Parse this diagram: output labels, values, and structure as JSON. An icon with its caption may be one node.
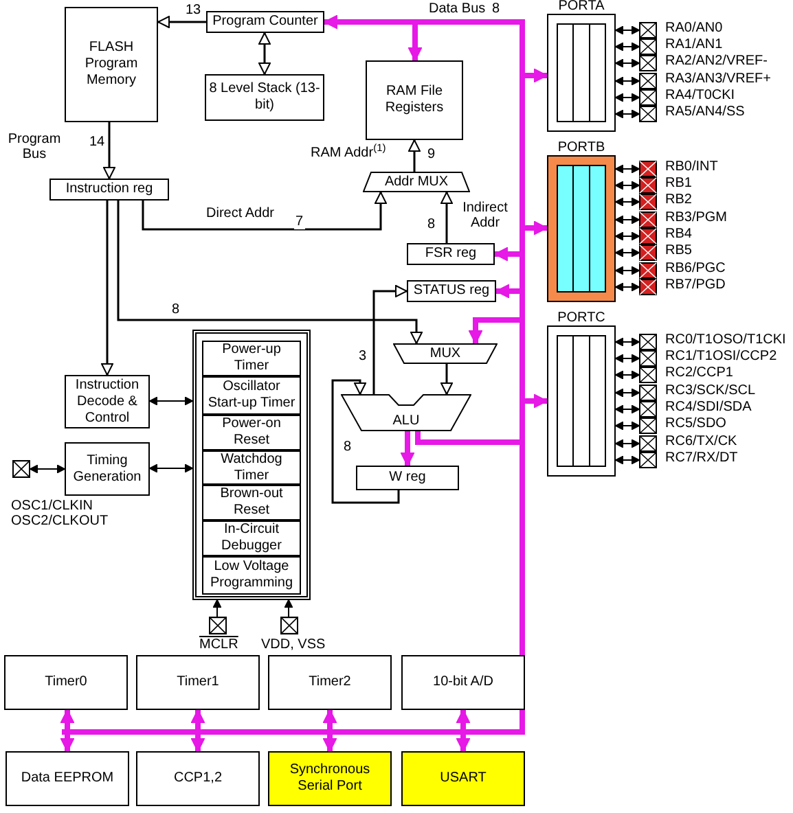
{
  "diagram": {
    "nodes": [
      {
        "text": [
          "FLASH Program Memory"
        ]
      },
      {
        "text": [
          "Program Counter"
        ]
      },
      {
        "text": [
          "8 Level Stack (13-bit)"
        ]
      },
      {
        "text": [
          "RAM File Registers"
        ]
      },
      {
        "text": [
          "Addr MUX"
        ]
      },
      {
        "text": [
          "Instruction reg"
        ]
      },
      {
        "text": [
          "FSR reg"
        ]
      },
      {
        "text": [
          "STATUS reg"
        ]
      },
      {
        "text": [
          "MUX"
        ]
      },
      {
        "text": [
          "ALU"
        ]
      },
      {
        "text": [
          "W reg"
        ]
      },
      {
        "text": [
          "Instruction Decode & Control"
        ]
      },
      {
        "text": [
          "Timing Generation"
        ]
      },
      {
        "text": [],
        "shape": "box",
        "beside": [
          "OSC1/CLKIN",
          "OSC2/CLKOUT"
        ]
      },
      {
        "text": [],
        "shape": "box"
      },
      {
        "text": [
          "Power-up Timer"
        ],
        "in": 14
      },
      {
        "text": [
          "Oscillator Start-up Timer"
        ],
        "in": 14
      },
      {
        "text": [
          "Power-on Reset"
        ],
        "in": 14
      },
      {
        "text": [
          "Watchdog Timer"
        ],
        "in": 14
      },
      {
        "text": [
          "Brown-out Reset"
        ],
        "in": 14
      },
      {
        "text": [
          "In-Circuit Debugger"
        ],
        "in": 14
      },
      {
        "text": [
          "Low Voltage Programming"
        ],
        "in": 14
      },
      {
        "text": [],
        "shape": "box",
        "beside": [
          "MCLR"
        ]
      },
      {
        "text": [],
        "shape": "box",
        "beside": [
          "VDD, VSS"
        ]
      },
      {
        "text": [
          "PORTA"
        ]
      },
      {
        "text": [
          "PORTB"
        ]
      },
      {
        "text": [
          "PORTC"
        ]
      },
      {
        "text": [],
        "shape": "box",
        "beside": [
          "RA0/AN0"
        ]
      },
      {
        "text": [],
        "shape": "box",
        "beside": [
          "RA1/AN1"
        ]
      },
      {
        "text": [],
        "shape": "box",
        "beside": [
          "RA2/AN2/VREF-"
        ]
      },
      {
        "text": [],
        "shape": "box",
        "beside": [
          "RA3/AN3/VREF+"
        ]
      },
      {
        "text": [],
        "shape": "box",
        "beside": [
          "RA4/T0CKI"
        ]
      },
      {
        "text": [],
        "shape": "box",
        "beside": [
          "RA5/AN4/SS"
        ]
      },
      {
        "text": [],
        "shape": "box",
        "beside": [
          "RB0/INT"
        ]
      },
      {
        "text": [],
        "shape": "box",
        "beside": [
          "RB1"
        ]
      },
      {
        "text": [],
        "shape": "box",
        "beside": [
          "RB2"
        ]
      },
      {
        "text": [],
        "shape": "box",
        "beside": [
          "RB3/PGM"
        ]
      },
      {
        "text": [],
        "shape": "box",
        "beside": [
          "RB4"
        ]
      },
      {
        "text": [],
        "shape": "box",
        "beside": [
          "RB5"
        ]
      },
      {
        "text": [],
        "shape": "box",
        "beside": [
          "RB6/PGC"
        ]
      },
      {
        "text": [],
        "shape": "box",
        "beside": [
          "RB7/PGD"
        ]
      },
      {
        "text": [],
        "shape": "box",
        "beside": [
          "RC0/T1OSO/T1CKI"
        ]
      },
      {
        "text": [],
        "shape": "box",
        "beside": [
          "RC1/T1OSI/CCP2"
        ]
      },
      {
        "text": [],
        "shape": "box",
        "beside": [
          "RC2/CCP1"
        ]
      },
      {
        "text": [],
        "shape": "box",
        "beside": [
          "RC3/SCK/SCL"
        ]
      },
      {
        "text": [],
        "shape": "box",
        "beside": [
          "RC4/SDI/SDA"
        ]
      },
      {
        "text": [],
        "shape": "box",
        "beside": [
          "RC5/SDO"
        ]
      },
      {
        "text": [],
        "shape": "box",
        "beside": [
          "RC6/TX/CK"
        ]
      },
      {
        "text": [],
        "shape": "box",
        "beside": [
          "RC7/RX/DT"
        ]
      },
      {
        "text": [
          "Timer0"
        ]
      },
      {
        "text": [
          "Timer1"
        ]
      },
      {
        "text": [
          "Timer2"
        ]
      },
      {
        "text": [
          "10-bit A/D"
        ]
      },
      {
        "text": [
          "Data EEPROM"
        ]
      },
      {
        "text": [
          "CCP1,2"
        ]
      },
      {
        "text": [
          "Synchronous Serial Port"
        ]
      },
      {
        "text": [
          "USART"
        ]
      }
    ],
    "edges": [
      {
        "from": 1,
        "to": 0,
        "arrow": "to",
        "label": "13"
      },
      {
        "from": 1,
        "to": 2,
        "arrow": "both"
      },
      {
        "from": null,
        "to": 1,
        "arrow": "to",
        "style": "thick",
        "color": "#e619e6"
      },
      {
        "from": null,
        "to": 3,
        "arrow": "to",
        "style": "thick",
        "color": "#e619e6"
      },
      {
        "from": 0,
        "to": 5,
        "arrow": "to",
        "label": "14"
      },
      {
        "from": 5,
        "to": 4,
        "arrow": "to",
        "label": "7"
      },
      {
        "from": 4,
        "to": 3,
        "arrow": "to",
        "label": "9"
      },
      {
        "from": 6,
        "to": 4,
        "arrow": "to",
        "label": "8"
      },
      {
        "from": null,
        "to": 6,
        "arrow": "to",
        "style": "thick",
        "color": "#e619e6"
      },
      {
        "from": null,
        "to": 7,
        "arrow": "to",
        "style": "thick",
        "color": "#e619e6"
      },
      {
        "from": 5,
        "to": 11,
        "arrow": "to"
      },
      {
        "from": 5,
        "to": 8,
        "arrow": "to",
        "label": "8"
      },
      {
        "from": 9,
        "to": 7,
        "arrow": "to",
        "label": "3"
      },
      {
        "from": null,
        "to": 8,
        "arrow": "to",
        "style": "thick",
        "color": "#e619e6"
      },
      {
        "from": 8,
        "to": 9,
        "arrow": "to"
      },
      {
        "from": 9,
        "to": 10,
        "arrow": "to",
        "style": "thick",
        "color": "#e619e6"
      },
      {
        "from": 10,
        "to": 9,
        "arrow": "to",
        "label": "8"
      },
      {
        "from": 11,
        "to": 14,
        "arrow": "both"
      },
      {
        "from": 12,
        "to": 14,
        "arrow": "both"
      },
      {
        "from": 13,
        "to": 12,
        "arrow": "both"
      },
      {
        "from": 22,
        "to": 14,
        "arrow": "to"
      },
      {
        "from": 23,
        "to": 14,
        "arrow": "to"
      },
      {
        "from": null,
        "to": 24,
        "arrow": "to",
        "style": "thick",
        "color": "#e619e6"
      },
      {
        "from": null,
        "to": 25,
        "arrow": "to",
        "style": "thick",
        "color": "#e619e6"
      },
      {
        "from": null,
        "to": 26,
        "arrow": "to",
        "style": "thick",
        "color": "#e619e6"
      },
      {
        "from": 24,
        "to": 27,
        "arrow": "both"
      },
      {
        "from": 24,
        "to": 28,
        "arrow": "both"
      },
      {
        "from": 24,
        "to": 29,
        "arrow": "both"
      },
      {
        "from": 24,
        "to": 30,
        "arrow": "both"
      },
      {
        "from": 24,
        "to": 31,
        "arrow": "both"
      },
      {
        "from": 24,
        "to": 32,
        "arrow": "both"
      },
      {
        "from": 25,
        "to": 33,
        "arrow": "both"
      },
      {
        "from": 25,
        "to": 34,
        "arrow": "both"
      },
      {
        "from": 25,
        "to": 35,
        "arrow": "both"
      },
      {
        "from": 25,
        "to": 36,
        "arrow": "both"
      },
      {
        "from": 25,
        "to": 37,
        "arrow": "both"
      },
      {
        "from": 25,
        "to": 38,
        "arrow": "both"
      },
      {
        "from": 25,
        "to": 39,
        "arrow": "both"
      },
      {
        "from": 25,
        "to": 40,
        "arrow": "both"
      },
      {
        "from": 26,
        "to": 41,
        "arrow": "both"
      },
      {
        "from": 26,
        "to": 42,
        "arrow": "both"
      },
      {
        "from": 26,
        "to": 43,
        "arrow": "both"
      },
      {
        "from": 26,
        "to": 44,
        "arrow": "both"
      },
      {
        "from": 26,
        "to": 45,
        "arrow": "both"
      },
      {
        "from": 26,
        "to": 46,
        "arrow": "both"
      },
      {
        "from": 26,
        "to": 47,
        "arrow": "both"
      },
      {
        "from": 26,
        "to": 48,
        "arrow": "both"
      },
      {
        "from": 49,
        "to": 53,
        "arrow": "both",
        "style": "thick",
        "color": "#e619e6"
      },
      {
        "from": 50,
        "to": 54,
        "arrow": "both",
        "style": "thick",
        "color": "#e619e6"
      },
      {
        "from": 51,
        "to": 55,
        "arrow": "both",
        "style": "thick",
        "color": "#e619e6"
      },
      {
        "from": 52,
        "to": 56,
        "arrow": "both",
        "style": "thick",
        "color": "#e619e6"
      },
      {
        "from": 9,
        "to": null,
        "arrow": "none",
        "style": "thick",
        "color": "#e619e6"
      }
    ],
    "labels": [
      "Data Bus",
      "8",
      "Program Bus",
      "RAM Addr$^{(1)}$",
      "Direct Addr",
      "Indirect Addr"
    ]
  }
}
